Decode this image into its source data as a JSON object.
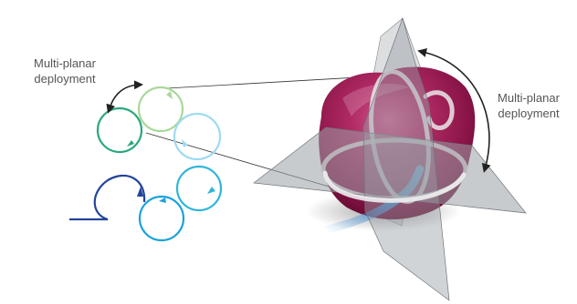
{
  "annotations": {
    "left_label": {
      "line1": "Multi-planar",
      "line2": "deployment"
    },
    "right_label": {
      "line1": "Multi-planar",
      "line2": "deployment"
    }
  },
  "colors": {
    "heart_dark": "#7a0f3a",
    "heart_mid": "#a41a55",
    "heart_light": "#c43a73",
    "plane": "#9aa0a6",
    "coil_green_dark": "#2aa77f",
    "coil_green_light": "#a9d89a",
    "coil_cyan_light": "#9fdaf2",
    "coil_cyan": "#2fb6da",
    "coil_blue": "#1aa2da",
    "coil_navy": "#23449a",
    "arrow": "#222222"
  },
  "icons": [
    "double-headed-curved-arrow",
    "circular-coil-loop"
  ]
}
